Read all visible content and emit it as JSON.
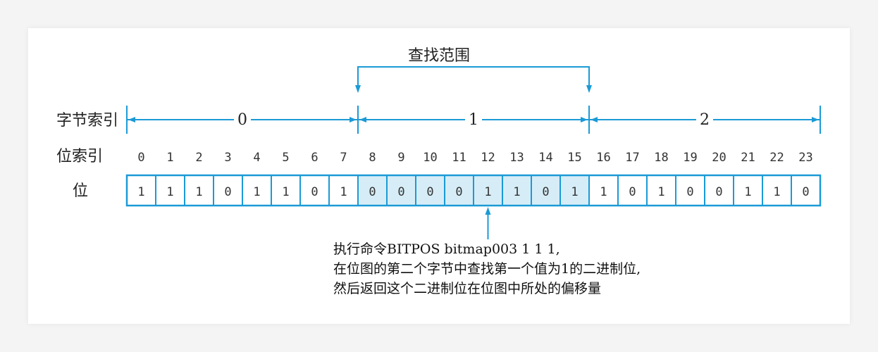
{
  "title": "查找范围",
  "row_labels": {
    "byte_index": "字节索引",
    "bit_index": "位索引",
    "bit": "位"
  },
  "bytes": [
    "0",
    "1",
    "2"
  ],
  "bits": [
    1,
    1,
    1,
    0,
    1,
    1,
    0,
    1,
    0,
    0,
    0,
    0,
    1,
    1,
    0,
    1,
    1,
    0,
    1,
    0,
    0,
    1,
    1,
    0
  ],
  "search_range_byte": 1,
  "pointer_bit": 12,
  "caption": [
    "执行命令BITPOS bitmap003 1 1 1,",
    "在位图的第二个字节中查找第一个值为1的二进制位,",
    "然后返回这个二进制位在位图中所处的偏移量"
  ],
  "colors": {
    "stroke": "#1b9ad6",
    "highlight": "#d6edf7"
  }
}
